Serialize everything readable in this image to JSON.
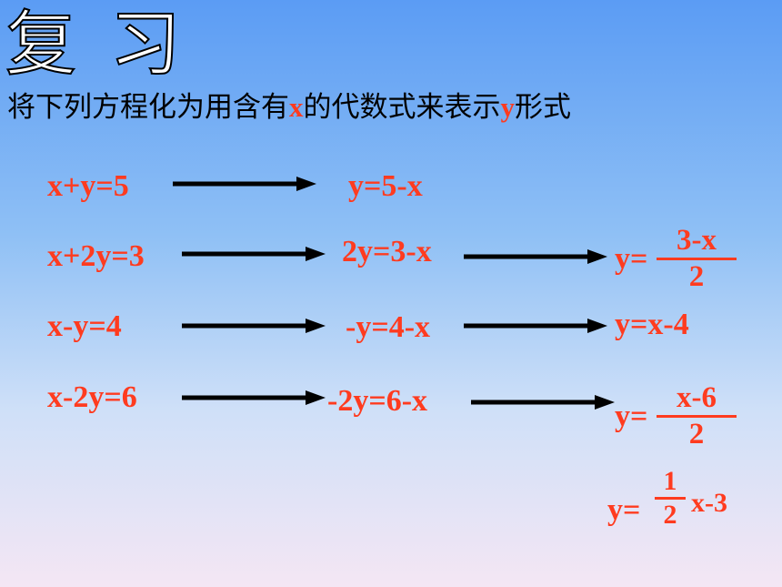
{
  "title": "复 习",
  "instruction": {
    "part1": "将下列方程化为用含有",
    "var_x": "x",
    "part2": "的代数式来表示",
    "var_y": "y",
    "part3": "形式"
  },
  "rows": [
    {
      "original": "x+y=5",
      "step": "y=5-x"
    },
    {
      "original": "x+2y=3",
      "step": "2y=3-x",
      "result_prefix": "y=",
      "result_num": "3-x",
      "result_den": "2"
    },
    {
      "original": "x-y=4",
      "step": "-y=4-x",
      "result": "y=x-4"
    },
    {
      "original": "x-2y=6",
      "step": "-2y=6-x",
      "result_prefix": "y=",
      "result_num": "x-6",
      "result_den": "2"
    }
  ],
  "extra": {
    "prefix": "y=",
    "num": "1",
    "den": "2",
    "suffix": "x-3"
  },
  "colors": {
    "accent": "#ff3b1f",
    "arrow": "#000000"
  }
}
